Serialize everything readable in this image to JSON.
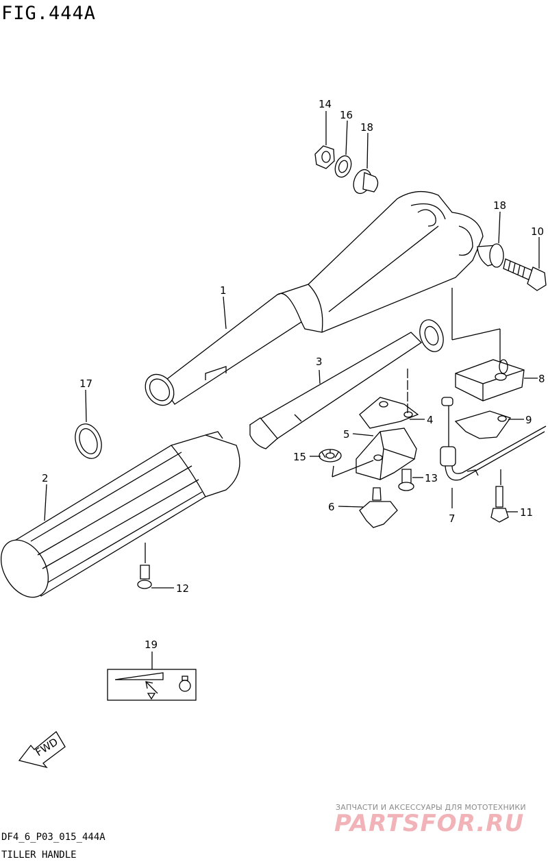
{
  "figure": {
    "title": "FIG.444A",
    "code": "DF4_6_P03_015_444A",
    "name": "TILLER HANDLE"
  },
  "callouts": [
    "1",
    "2",
    "3",
    "4",
    "5",
    "6",
    "7",
    "8",
    "9",
    "10",
    "11",
    "12",
    "13",
    "14",
    "15",
    "16",
    "17",
    "18",
    "18",
    "19"
  ],
  "fwd_label": "FWD",
  "watermark": {
    "tagline": "ЗАПЧАСТИ И АКСЕССУАРЫ ДЛЯ МОТОТЕХНИКИ",
    "logo": "PARTSFOR.RU"
  },
  "colors": {
    "line": "#000000",
    "watermark_text": "#8a8a8a",
    "watermark_logo": "#f2b3b8"
  }
}
